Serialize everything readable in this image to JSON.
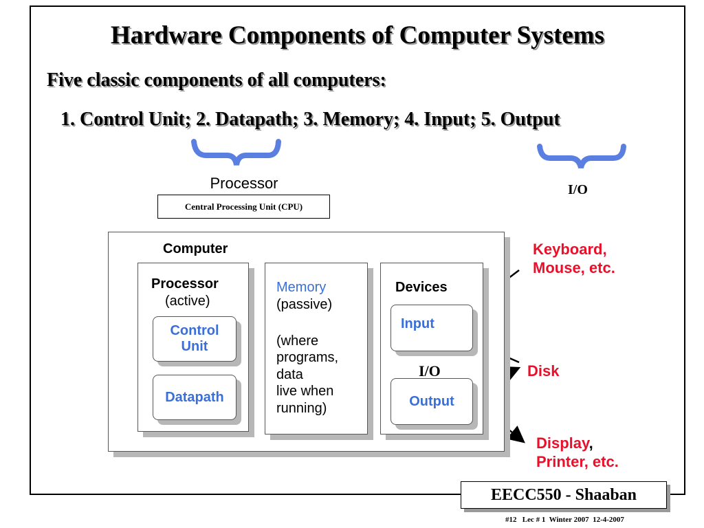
{
  "slide": {
    "title": "Hardware Components of Computer Systems",
    "subtitle": "Five classic components of all computers:",
    "components_list": "1. Control Unit; 2. Datapath; 3. Memory; 4. Input; 5. Output",
    "processor_label": "Processor",
    "cpu_label": "Central Processing Unit (CPU)",
    "io_label": "I/O"
  },
  "diagram": {
    "computer_label": "Computer",
    "processor": {
      "title": "Processor",
      "subtitle": "(active)",
      "control_unit": "Control\nUnit",
      "datapath": "Datapath"
    },
    "memory": {
      "title": "Memory",
      "subtitle": "(passive)",
      "description": "(where\nprograms,\ndata\nlive when\nrunning)"
    },
    "devices": {
      "title": "Devices",
      "input": "Input",
      "io": "I/O",
      "output": "Output"
    }
  },
  "external": {
    "input_devices": "Keyboard,\nMouse, etc.",
    "disk": "Disk",
    "output_devices_1": "Display",
    "output_devices_comma": ",",
    "output_devices_2": "Printer, etc."
  },
  "footer": {
    "course": "EECC550 - Shaaban",
    "info": "#12   Lec # 1  Winter 2007  12-4-2007"
  },
  "colors": {
    "accent_blue": "#3a6fd8",
    "accent_red": "#e8102a",
    "brace_blue": "#5b7fe0",
    "shadow_gray": "#b7b7b7"
  }
}
